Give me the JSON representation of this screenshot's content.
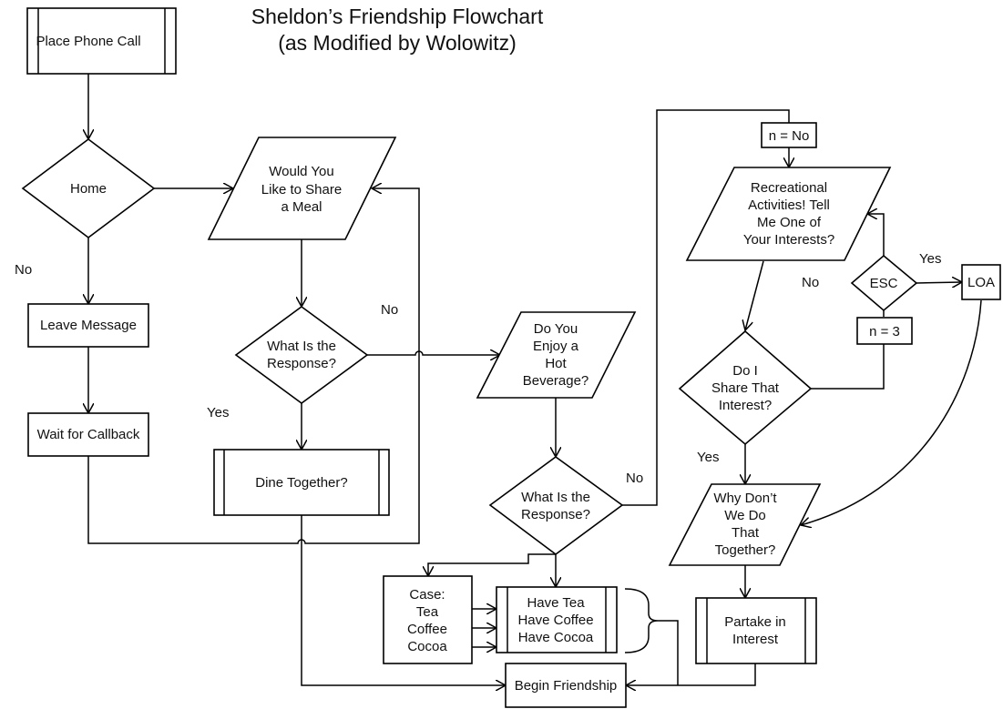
{
  "title": {
    "line1": "Sheldon’s Friendship Flowchart",
    "line2": "(as Modified by Wolowitz)"
  },
  "nodes": {
    "place_call": [
      "Place Phone Call"
    ],
    "home": [
      "Home"
    ],
    "share_meal": [
      "Would You",
      "Like to Share",
      "a Meal"
    ],
    "leave_message": [
      "Leave Message"
    ],
    "wait_callback": [
      "Wait for Callback"
    ],
    "response1": [
      "What Is the",
      "Response?"
    ],
    "dine_together": [
      "Dine Together?"
    ],
    "hot_beverage": [
      "Do You",
      "Enjoy a",
      "Hot",
      "Beverage?"
    ],
    "response2": [
      "What Is the",
      "Response?"
    ],
    "case_box": [
      "Case:",
      "Tea",
      "Coffee",
      "Cocoa"
    ],
    "have_drinks": [
      "Have Tea",
      "Have Coffee",
      "Have Cocoa"
    ],
    "begin_friendship": [
      "Begin Friendship"
    ],
    "n_no": [
      "n = No"
    ],
    "recreational": [
      "Recreational",
      "Activities! Tell",
      "Me One of",
      "Your Interests?"
    ],
    "esc": [
      "ESC"
    ],
    "loa": [
      "LOA"
    ],
    "n_3": [
      "n = 3"
    ],
    "share_interest": [
      "Do I",
      "Share That",
      "Interest?"
    ],
    "why_dont": [
      "Why Don’t",
      "We Do",
      "That",
      "Together?"
    ],
    "partake": [
      "Partake in",
      "Interest"
    ]
  },
  "edge_labels": {
    "home_no": "No",
    "response1_no": "No",
    "response1_yes": "Yes",
    "response2_no": "No",
    "recreational_no": "No",
    "esc_yes": "Yes",
    "share_interest_yes": "Yes"
  }
}
